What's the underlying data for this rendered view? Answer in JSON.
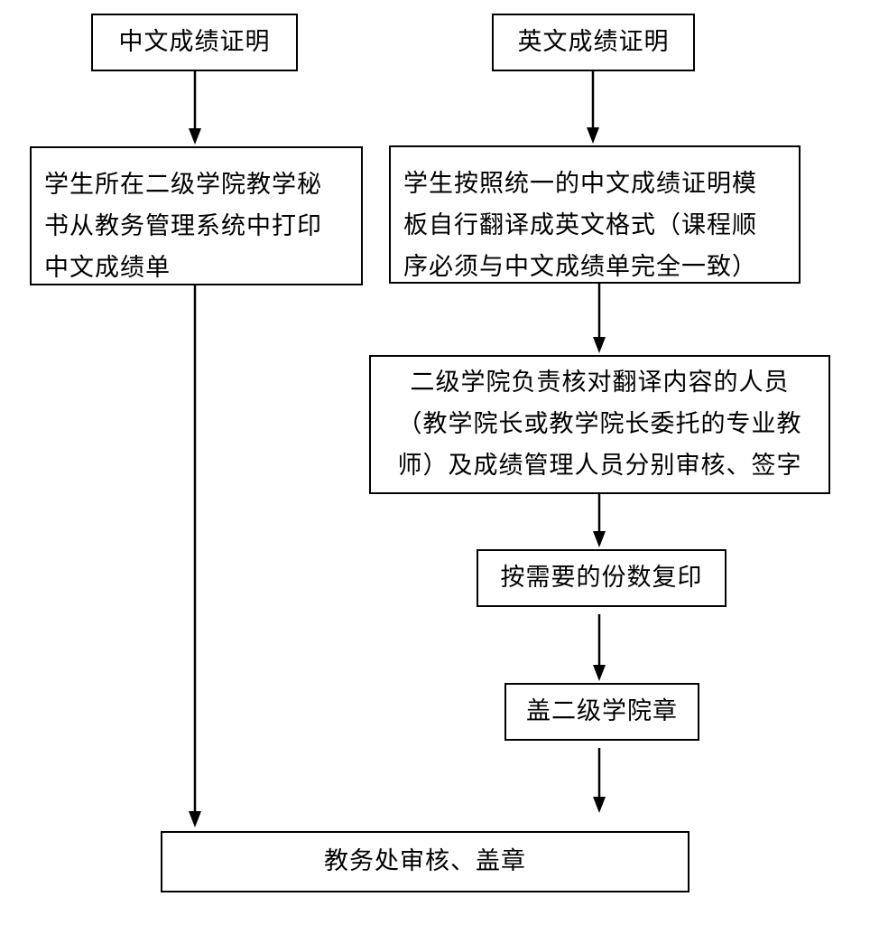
{
  "flowchart": {
    "cn_title": "中文成绩证明",
    "en_title": "英文成绩证明",
    "cn_print": {
      "lines": [
        "学生所在二级学院教学秘",
        "书从教务管理系统中打印",
        "中文成绩单"
      ]
    },
    "en_translate": {
      "lines": [
        "学生按照统一的中文成绩证明模",
        "板自行翻译成英文格式（课程顺",
        "序必须与中文成绩单完全一致）"
      ]
    },
    "review": {
      "lines": [
        "二级学院负责核对翻译内容的人员",
        "（教学院长或教学院长委托的专业教",
        "师）及成绩管理人员分别审核、签字"
      ]
    },
    "copy": "按需要的份数复印",
    "stamp_college": "盖二级学院章",
    "final": "教务处审核、盖章"
  }
}
